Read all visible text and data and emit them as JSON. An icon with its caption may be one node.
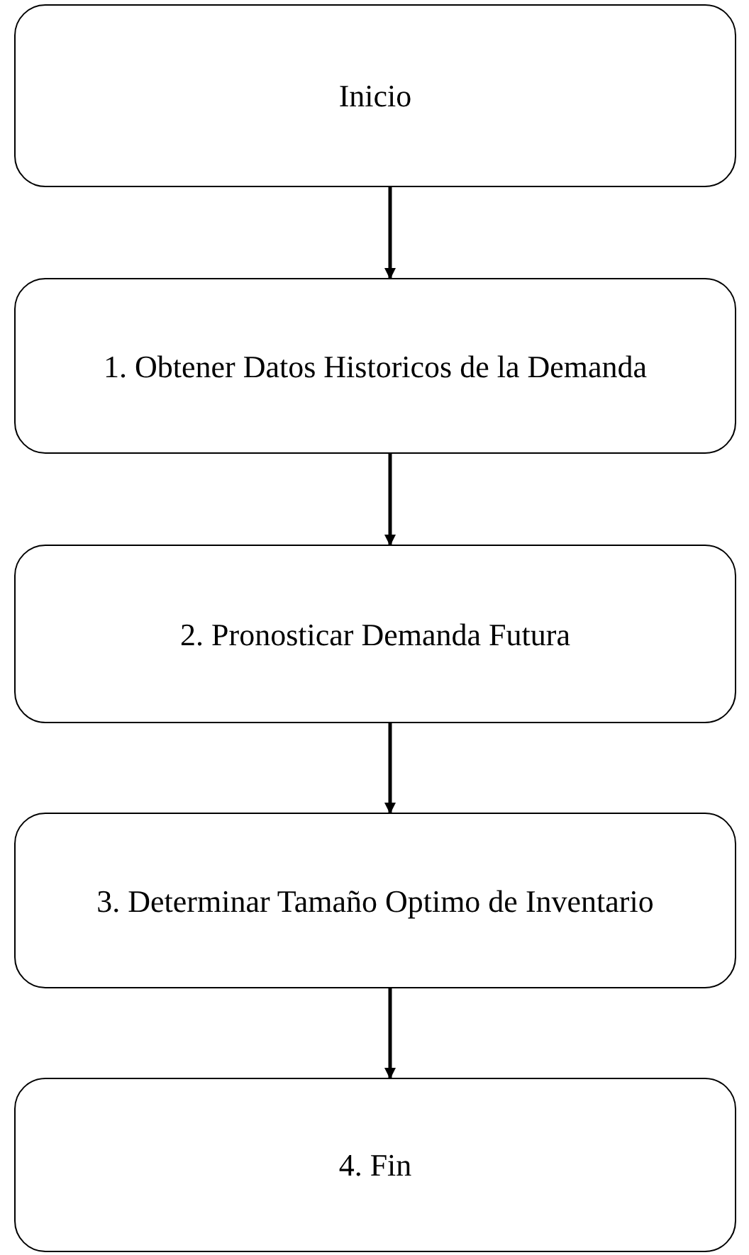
{
  "diagram": {
    "nodes": [
      {
        "text": [
          "Inicio"
        ]
      },
      {
        "text": [
          "1. Obtener Datos Historicos de la Demanda"
        ]
      },
      {
        "text": [
          "2. Pronosticar Demanda Futura"
        ]
      },
      {
        "text": [
          "3. Determinar Tamaño Optimo de Inventario"
        ]
      },
      {
        "text": [
          "4. Fin"
        ]
      }
    ],
    "edges": [
      {
        "from": 0,
        "to": 1,
        "arrow": "to"
      },
      {
        "from": 1,
        "to": 2,
        "arrow": "to"
      },
      {
        "from": 2,
        "to": 3,
        "arrow": "to"
      },
      {
        "from": 3,
        "to": 4,
        "arrow": "to"
      }
    ]
  }
}
